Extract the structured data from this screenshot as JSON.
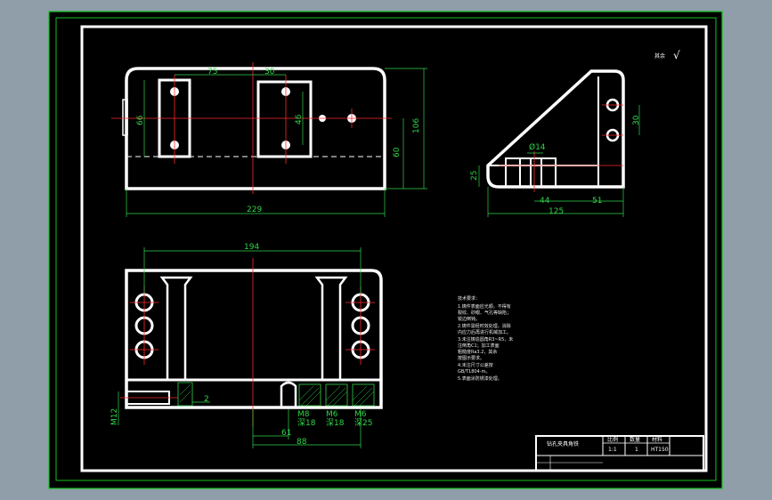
{
  "drawing": {
    "roughness_label": "其余",
    "roughness_symbol": "√",
    "top_view": {
      "dims": {
        "hole_spacing_left": "75",
        "hole_spacing_right": "30",
        "length": "229",
        "height": "106",
        "depth": "60",
        "hole_vertical": "66",
        "slot_height": "46"
      }
    },
    "side_view": {
      "dims": {
        "hole_dia": "Ø14",
        "base_height": "25",
        "height_top": "30",
        "offset": "44",
        "width": "51",
        "length": "125"
      }
    },
    "front_view": {
      "dims": {
        "span": "194",
        "thread_left": "M12",
        "gap": "2",
        "depth_left": "61",
        "depth_total": "88",
        "thread1": "M8",
        "depth1": "深18",
        "thread2": "M6",
        "depth2": "深18",
        "thread3": "M6",
        "depth3": "深25"
      }
    },
    "notes": {
      "title": "技术要求：",
      "lines": [
        "1.铸件表面应光顺，不得有",
        "  裂纹、砂眼、气孔等缺陷；",
        "  锐边倒钝。",
        "2.铸件需经时效处理，消除",
        "  内应力后再进行机械加工。",
        "3.未注铸造圆角R3~R5，未",
        "  注倒角C1；加工表面",
        "  粗糙度Ra3.2，其余",
        "  按图示要求。",
        "4.未注尺寸公差按",
        "  GB/T1804-m。",
        "5.表面涂防锈漆处理。"
      ]
    },
    "title_block": {
      "name": "钻孔夹具角铁",
      "scale": "1:1",
      "qty": "1",
      "material": "HT150",
      "cells": [
        "比例",
        "数量",
        "材料"
      ]
    }
  },
  "colors": {
    "background": "#8f9ea8",
    "frame": "#12c21e",
    "part": "#ffffff",
    "centerline": "#ff2a2a",
    "dimension": "#31d44a"
  }
}
